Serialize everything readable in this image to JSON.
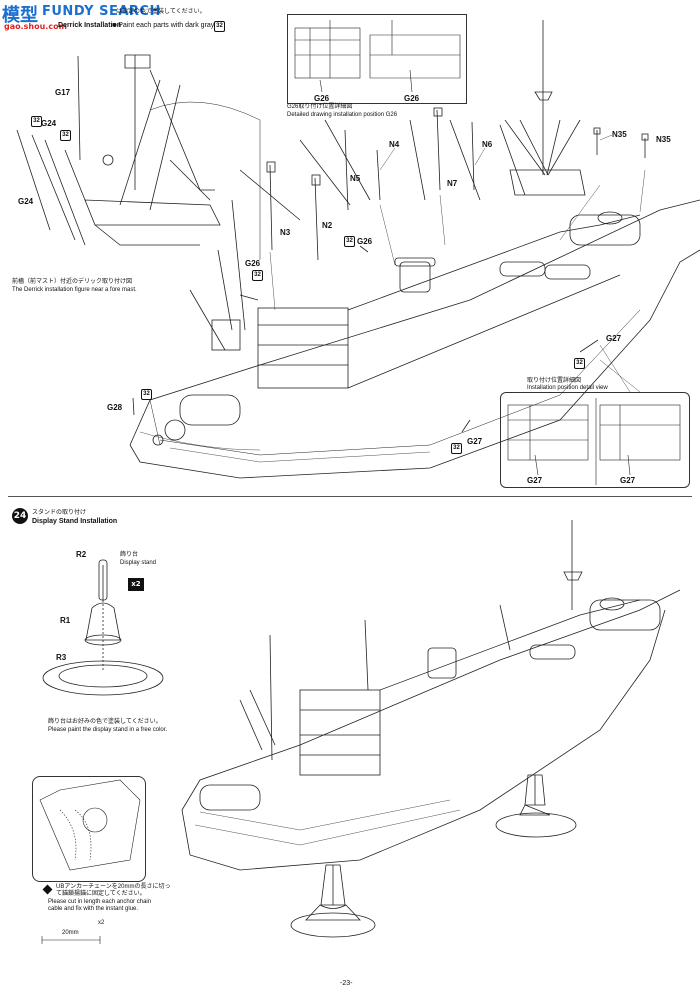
{
  "watermark": {
    "cn_glyphs": "模型",
    "brand": "FUNDY SEARCH",
    "url": "gao.shou.com"
  },
  "step23": {
    "title_en": "Derrick Installation",
    "note_jp": "は指定の色で塗装してください。",
    "note_en": "Paint each parts with dark gray",
    "note_badge": "32",
    "labels": {
      "g17": "G17",
      "g24a": "G24",
      "g24b": "G24",
      "g26_inset": "G26",
      "g26_inset2": "G26",
      "n4": "N4",
      "n6": "N6",
      "n35a": "N35",
      "n35b": "N35",
      "n5": "N5",
      "n7": "N7",
      "n3": "N3",
      "n2": "N2",
      "g26a": "G26",
      "g26b": "G26",
      "g27a": "G27",
      "g27b": "G27",
      "g27c": "G27",
      "g27d": "G27",
      "g28": "G28"
    },
    "badge": "32",
    "fore_mast_jp": "前檣（前マスト）付近のデリック取り付け図",
    "fore_mast_en": "The Derrick installation figure near a fore mast.",
    "g26_detail_jp": "G26取り付け位置詳細図",
    "g26_detail_en": "Detailed drawing installation position G26",
    "pos_detail_jp": "取り付け位置詳細図",
    "pos_detail_en": "Installation position detail view"
  },
  "step24": {
    "number": "24",
    "title_jp": "スタンドの取り付け",
    "title_en": "Display Stand Installation",
    "r2": "R2",
    "r1": "R1",
    "r3": "R3",
    "stand_jp": "飾り台",
    "stand_en": "Display stand",
    "qty": "x2",
    "paint_jp": "飾り台はお好みの色で塗装してください。",
    "paint_en": "Please paint the display stand in a free color.",
    "chain_jp": "UBアンカーチェーンを20mmの長さに切って錨鎖揚錨に固定してください。",
    "chain_en_1": "Please cut in length each anchor chain",
    "chain_en_2": "cable and fix with the instant glue.",
    "scale": "20mm",
    "scale_qty": "x2"
  },
  "page_number": "-23-"
}
